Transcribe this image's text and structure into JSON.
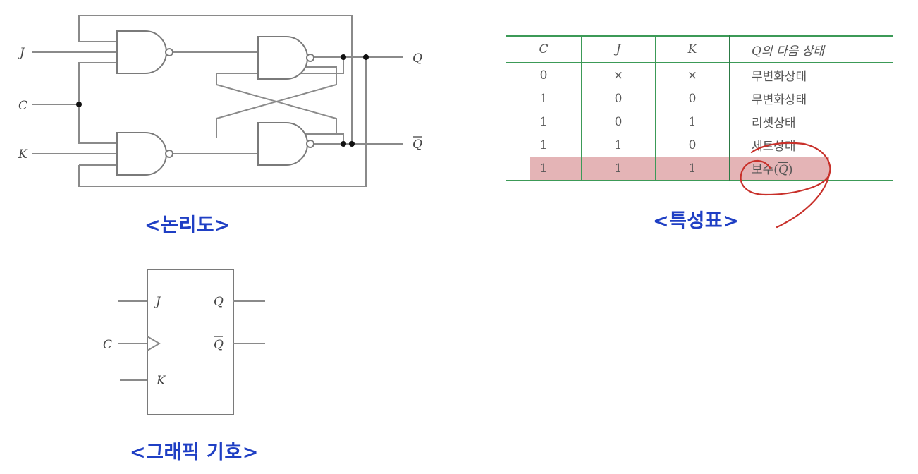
{
  "logic_diagram": {
    "caption": "<논리도>",
    "labels": {
      "j": "J",
      "c": "C",
      "k": "K",
      "q": "Q",
      "q_bar": "Q"
    }
  },
  "characteristic_table": {
    "caption": "<특성표>",
    "headers": [
      "C",
      "J",
      "K",
      "Q의 다음 상태"
    ],
    "rows": [
      [
        "0",
        "×",
        "×",
        "무변화상태"
      ],
      [
        "1",
        "0",
        "0",
        "무변화상태"
      ],
      [
        "1",
        "0",
        "1",
        "리셋상태"
      ],
      [
        "1",
        "1",
        "0",
        "세트상태"
      ]
    ],
    "highlight_row": {
      "cells": [
        "1",
        "1",
        "1"
      ],
      "next_prefix": "보수(",
      "next_symbol": "Q",
      "next_suffix": ")"
    },
    "highlight_color": "#e4b4b6",
    "rule_color": "#3c9a57",
    "annotation_color": "#c8302a"
  },
  "graphic_symbol": {
    "caption": "<그래픽 기호>",
    "labels": {
      "j": "J",
      "c": "C",
      "k": "K",
      "q": "Q",
      "q_bar": "Q"
    }
  },
  "caption_color": "#1f3fc4"
}
